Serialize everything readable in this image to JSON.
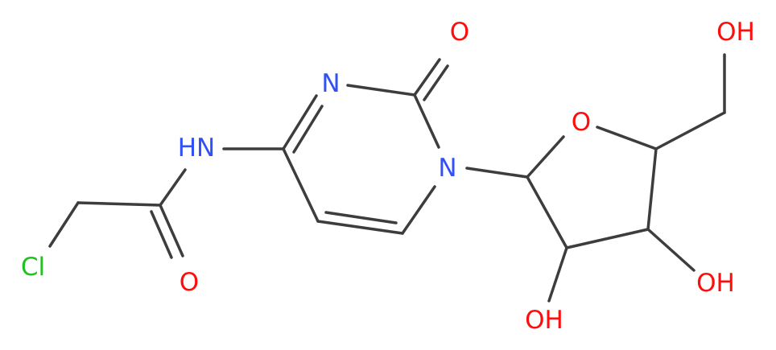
{
  "colors": {
    "bond": "#3d3d3d",
    "oxygen": "#ff0d0d",
    "nitrogen": "#3050f8",
    "chlorine": "#1fc21f",
    "background": "#ffffff"
  },
  "atoms": {
    "cl": "Cl",
    "o_amide": "O",
    "nh": "HN",
    "n3": "N",
    "o_carbonyl": "O",
    "n1": "N",
    "o_ring": "O",
    "oh_ch2": "OH",
    "oh_c3": "OH",
    "oh_c2": "OH"
  }
}
